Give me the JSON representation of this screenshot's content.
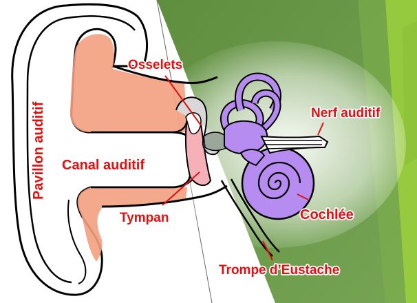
{
  "labels": {
    "pavillon": "Pavillon auditif",
    "canal": "Canal auditif",
    "osselets": "Osselets",
    "tympan": "Tympan",
    "nerf": "Nerf auditif",
    "cochlee": "Cochlée",
    "trompe": "Trompe d’Eustache"
  },
  "colors": {
    "label_text": "#e01010",
    "leader_line": "#e01010",
    "background_green": "#6e9c4c",
    "accent_green": "#8fc43a",
    "skin": "#f4a080",
    "inner_ear": "#b68cf0",
    "outline": "#000000"
  }
}
